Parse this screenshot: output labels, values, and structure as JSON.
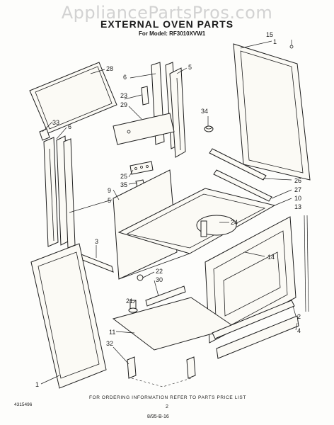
{
  "header": {
    "watermark": "AppliancePartsPros.com",
    "title": "EXTERNAL OVEN PARTS",
    "model_line": "For Model: RF3010XVW1"
  },
  "footer": {
    "ordering_note": "FOR ORDERING INFORMATION REFER TO PARTS PRICE LIST",
    "doc_number": "4315496",
    "page_number": "2",
    "bottom_code": "8/95-B-16"
  },
  "callouts": {
    "c15": "15",
    "c1_top": "1",
    "c28": "28",
    "c6_top": "6",
    "c5_top": "5",
    "c23": "23",
    "c29": "29",
    "c34": "34",
    "c33": "33",
    "c6_left": "6",
    "c25": "25",
    "c35": "35",
    "c9": "9",
    "c5_left": "5",
    "c26": "26",
    "c27": "27",
    "c10": "10",
    "c13": "13",
    "c24": "24",
    "c3": "3",
    "c14": "14",
    "c22": "22",
    "c30": "30",
    "c21": "21",
    "c2": "2",
    "c4": "4",
    "c11": "11",
    "c32": "32",
    "c1_bottom": "1"
  },
  "colors": {
    "line": "#1e1e1e",
    "paper": "#fdfdfb",
    "watermark": "#d2d2d2"
  }
}
